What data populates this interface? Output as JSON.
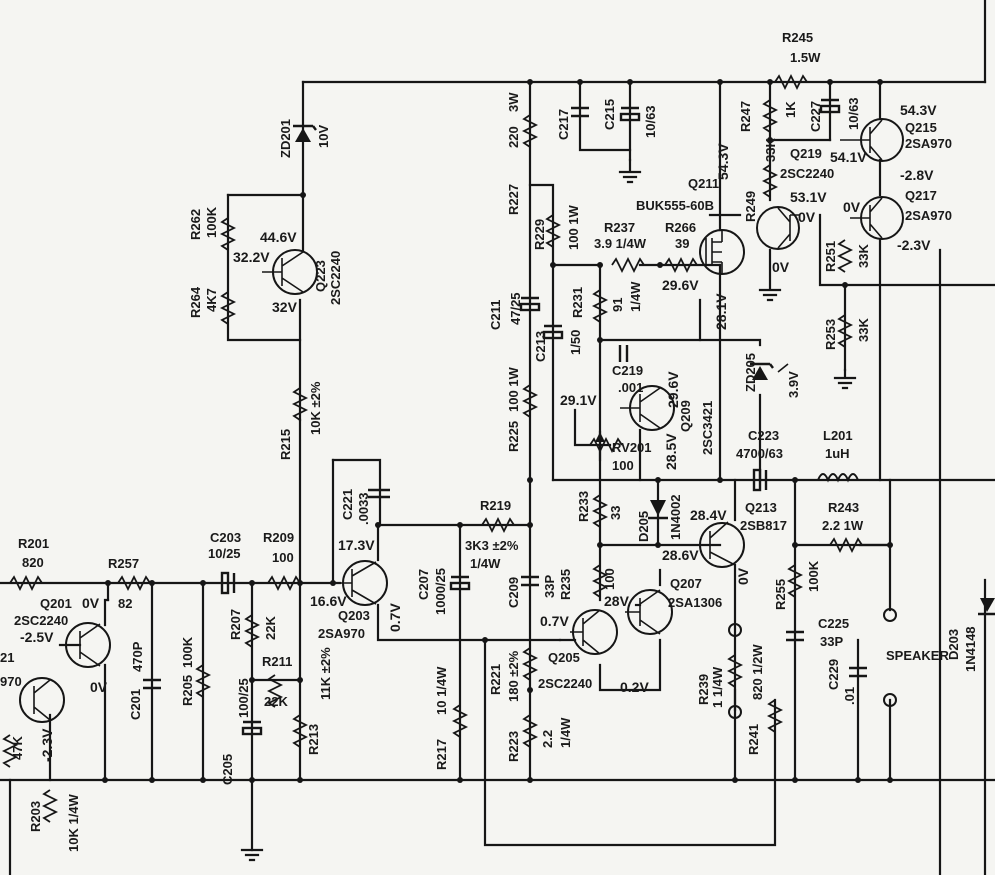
{
  "labels": {
    "r245": "R245",
    "r245v": "1.5W",
    "r247": "R247",
    "r247v": "1K",
    "c227": "C227",
    "c227v": "10/63",
    "q215": "Q215",
    "q215t": "2SA970",
    "v543": "54.3V",
    "q219": "Q219",
    "q219t": "2SC2240",
    "v541": "54.1V",
    "v28n": "-2.8V",
    "q217": "Q217",
    "q217t": "2SA970",
    "v0a": "0V",
    "v23n": "-2.3V",
    "r249": "R249",
    "r249v": "33K",
    "v531": "53.1V",
    "v0b": "0V",
    "v0c": "0V",
    "r251": "R251",
    "r251v": "33K",
    "r253": "R253",
    "r253v": "33K",
    "zd201": "ZD201",
    "zd201v": "10V",
    "r262": "R262",
    "r262v": "100K",
    "r264": "R264",
    "r264v": "4K7",
    "q223": "Q223",
    "q223t": "2SC2240",
    "v446": "44.6V",
    "v322": "32.2V",
    "v32": "32V",
    "r215": "R215",
    "r215v": "10K ±2%",
    "r220": "220",
    "r220w": "3W",
    "c217": "C217",
    "c215": "C215",
    "c215v": "10/63",
    "r227": "R227",
    "r229": "R229",
    "r229v": "100 1W",
    "q211": "Q211",
    "q211t": "BUK555-60B",
    "v543b": "54.3V",
    "r237": "R237",
    "r237v": "3.9 1/4W",
    "r266": "R266",
    "r266v": "39",
    "v296": "29.6V",
    "c211": "C211",
    "c211v": "47/25",
    "r231": "R231",
    "r231v": "91",
    "r231w": "1/4W",
    "c213": "C213",
    "c213v": "1/50",
    "v281": "28.1V",
    "c219": "C219",
    "c219v": ".001",
    "v296b": "29.6V",
    "zd205": "ZD205",
    "zd205v": "3.9V",
    "r225": "R225",
    "r225v": "100 1W",
    "v291": "29.1V",
    "q209": "Q209",
    "q209t": "2SC3421",
    "rv201": "RV201",
    "rv201v": "100",
    "v285": "28.5V",
    "c223": "C223",
    "c223v": "4700/63",
    "l201": "L201",
    "l201v": "1uH",
    "c221": "C221",
    "c221v": ".0033",
    "r219": "R219",
    "r233": "R233",
    "r233v": "33",
    "d205": "D205",
    "d205t": "1N4002",
    "v284": "28.4V",
    "q213": "Q213",
    "q213t": "2SB817",
    "r243": "R243",
    "r243v": "2.2 1W",
    "r201": "R201",
    "r201v": "820",
    "r257": "R257",
    "r257v": "82",
    "c203": "C203",
    "c203v": "10/25",
    "r209": "R209",
    "r209v": "100",
    "v173": "17.3V",
    "r3k3": "3K3 ±2%",
    "r3k3w": "1/4W",
    "c207": "C207",
    "c207v": "1000/25",
    "c209": "C209",
    "c209v": "33P",
    "r235": "R235",
    "r235v": "100",
    "v286": "28.6V",
    "v0d": "0V",
    "r255": "R255",
    "r255v": "100K",
    "q201": "Q201",
    "q201t": "2SC2240",
    "v0e": "0V",
    "v25n": "-2.5V",
    "v166": "16.6V",
    "q203": "Q203",
    "q203t": "2SA970",
    "v07": "0.7V",
    "v28": "28V",
    "q207": "Q207",
    "q207t": "2SA1306",
    "v07b": "0.7V",
    "c225": "C225",
    "c225v": "33P",
    "r207": "R207",
    "r207v": "22K",
    "r211": "R211",
    "r211v": "22K",
    "speaker": "SPEAKER",
    "d203": "D203",
    "d203t": "1N4148",
    "v0f": "0V",
    "c201": "C201",
    "c201v": "470P",
    "r205": "R205",
    "r205v": "100K",
    "r221": "R221",
    "r221v": "180 ±2%",
    "q205": "Q205",
    "q205t": "2SC2240",
    "v02": "0.2V",
    "c229": "C229",
    "c229v": ".01",
    "r239": "R239",
    "r239v": "1 1/4W",
    "r241": "R241",
    "r241v": "820 1/2W",
    "c205": "C205",
    "c205v": "100/25",
    "r213": "R213",
    "r213v": "11K ±2%",
    "r217": "R217",
    "r217v": "10 1/4W",
    "r223": "R223",
    "r223v": "2.2",
    "r223w": "1/4W",
    "r221b": "21",
    "r970": "970",
    "v23nb": "-2.3V",
    "r47k": "47K",
    "r203": "R203",
    "r203v": "10K 1/4W"
  }
}
